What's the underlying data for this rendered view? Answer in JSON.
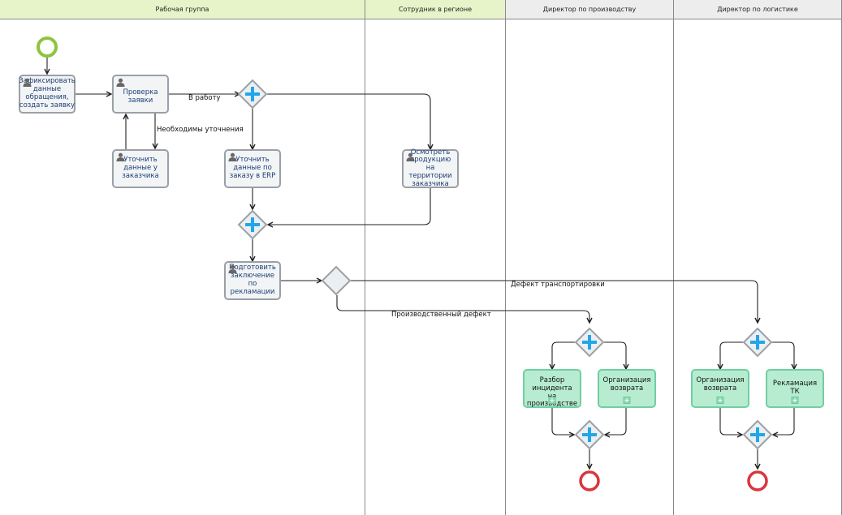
{
  "lanes": [
    {
      "title": "Рабочая группа",
      "color": "#e7f3c8"
    },
    {
      "title": "Сотрудник в регионе",
      "color": "#e7f3c8"
    },
    {
      "title": "Директор по производству",
      "color": "#ededed"
    },
    {
      "title": "Директор по логистике",
      "color": "#ededed"
    }
  ],
  "tasks": {
    "register": "Зафиксировать данные обращения, создать заявку",
    "check": "Проверка заявки",
    "clarify_customer": "Уточнить данные у заказчика",
    "clarify_erp": "Уточнить данные по заказу в ERP",
    "inspect": "Осмотреть продукцию на территории заказчика",
    "prepare": "Подготовить заключение по рекламации",
    "incident": "Разбор инцидента на производстве",
    "return_prod": "Организация возврата",
    "return_log": "Организация возврата",
    "claim_tk": "Рекламация ТК"
  },
  "flow_labels": {
    "to_work": "В работу",
    "need_clarify": "Необходимы уточнения",
    "transport_defect": "Дефект транспортировки",
    "production_defect": "Производственный дефект"
  },
  "colors": {
    "start_event": "#8cc43f",
    "end_event": "#d9363e",
    "gateway_plus": "#23a6e8",
    "task_border": "#9aa0a6",
    "subprocess_fill": "#b7ecd1"
  }
}
